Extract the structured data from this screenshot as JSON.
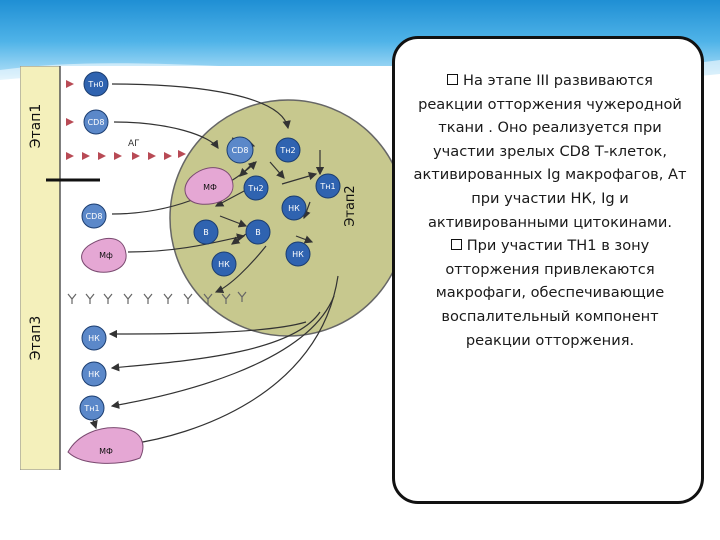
{
  "diagram": {
    "stage_labels": [
      "Этап1",
      "Этап2",
      "Этап3"
    ],
    "antigen_label": "АГ",
    "cells": {
      "th0": "Тн0",
      "cd8_left": "CD8",
      "cd8_mid": "CD8",
      "th2_top": "Тн2",
      "th1_circle": "Тн1",
      "mf_circle": "МФ",
      "th2_circle": "Тн2",
      "nk_circle_right": "НК",
      "b_left": "В",
      "b_mid": "В",
      "nk_circle_bottom": "НК",
      "nk_circle_bottom_right": "НК",
      "cd8_stage1": "CD8",
      "mf_stage1": "Мф",
      "nk_stage3_a": "НК",
      "nk_stage3_b": "НК",
      "th1_stage3": "Тн1",
      "mf_stage3": "МФ"
    }
  },
  "text": {
    "p1": "На этапе III развиваются реакции отторжения чужеродной ткани . Оно реализуется при участии зрелых  CD8 Т-клеток, активированных Ig макрофагов, Ат при участии НК, Ig и активированными цитокинами.",
    "p2": "При участии ТН1 в зону отторжения привлекаются макрофаги, обеспечивающие воспалительный компонент реакции отторжения."
  }
}
